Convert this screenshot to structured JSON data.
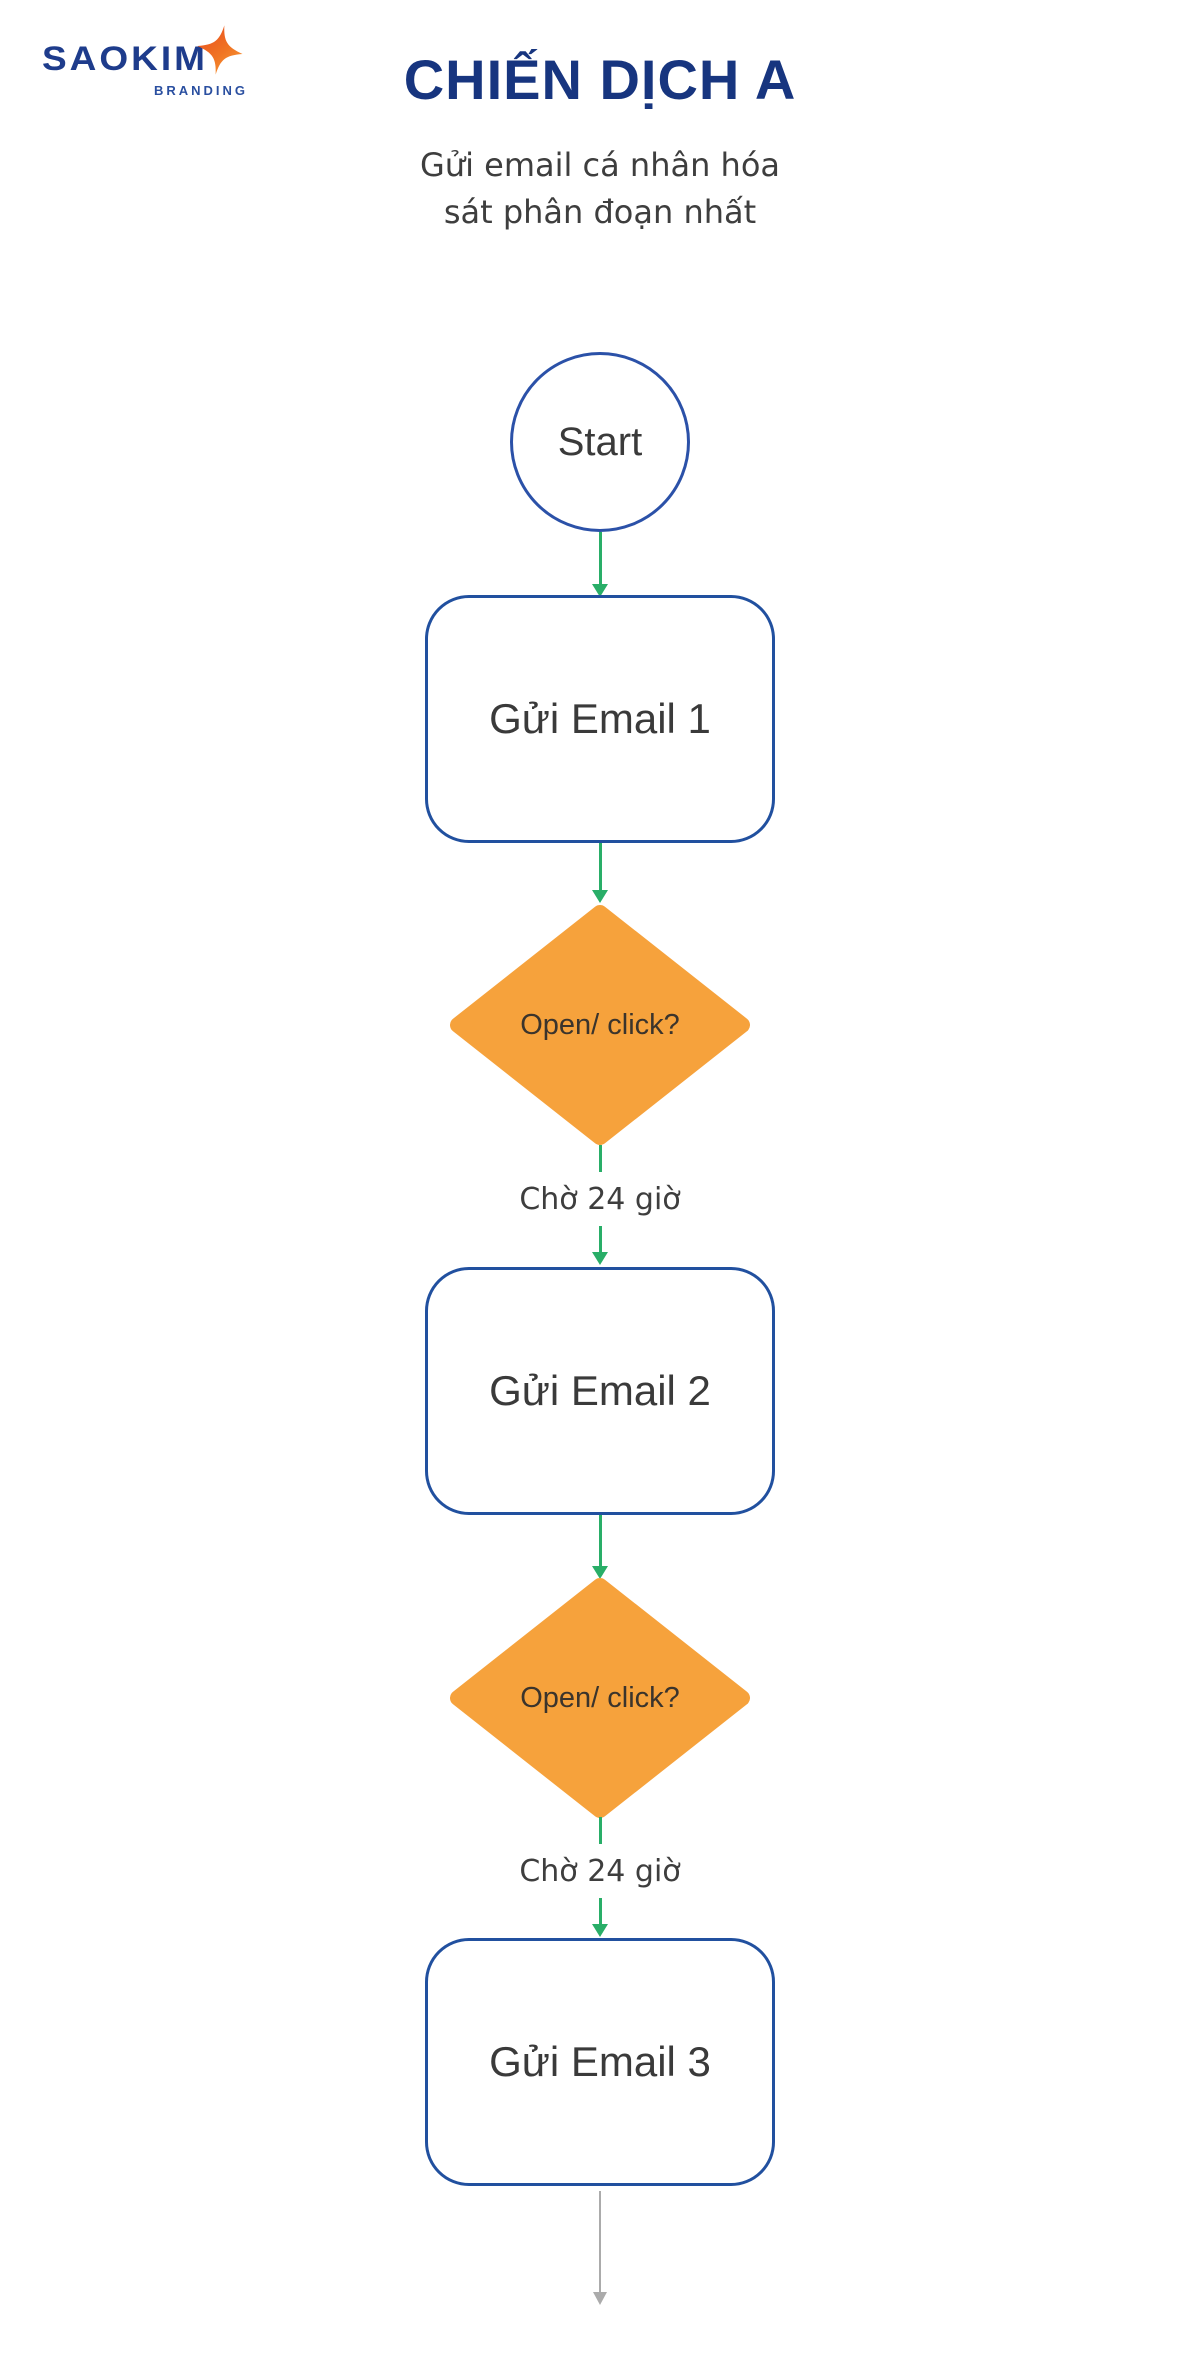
{
  "brand": {
    "name": "SAOKIM",
    "tagline": "BRANDING",
    "star_icon": "four-point-sparkle"
  },
  "header": {
    "title": "CHIẾN DỊCH A",
    "subtitle_line1": "Gửi  email cá nhân hóa",
    "subtitle_line2": "sát phân đoạn nhất"
  },
  "flow": {
    "start": {
      "label": "Start",
      "shape": "circle"
    },
    "email1": {
      "label": "Gửi Email 1",
      "shape": "rounded-rect"
    },
    "decision1": {
      "label": "Open/ click?",
      "shape": "diamond"
    },
    "wait1": {
      "label": "Chờ 24 giờ"
    },
    "email2": {
      "label": "Gửi Email 2",
      "shape": "rounded-rect"
    },
    "decision2": {
      "label": "Open/ click?",
      "shape": "diamond"
    },
    "wait2": {
      "label": "Chờ 24 giờ"
    },
    "email3": {
      "label": "Gửi Email 3",
      "shape": "rounded-rect"
    }
  },
  "colors": {
    "navy_title": "#17357F",
    "logo_blue": "#1E3C8C",
    "node_border_blue": "#21509F",
    "diamond_orange": "#F6A23C",
    "arrow_green": "#29AE68",
    "arrow_gray": "#ABABAB",
    "text_dark": "#3A3A3A",
    "star_gradient_start": "#E8491F",
    "star_gradient_end": "#F9A23C"
  }
}
